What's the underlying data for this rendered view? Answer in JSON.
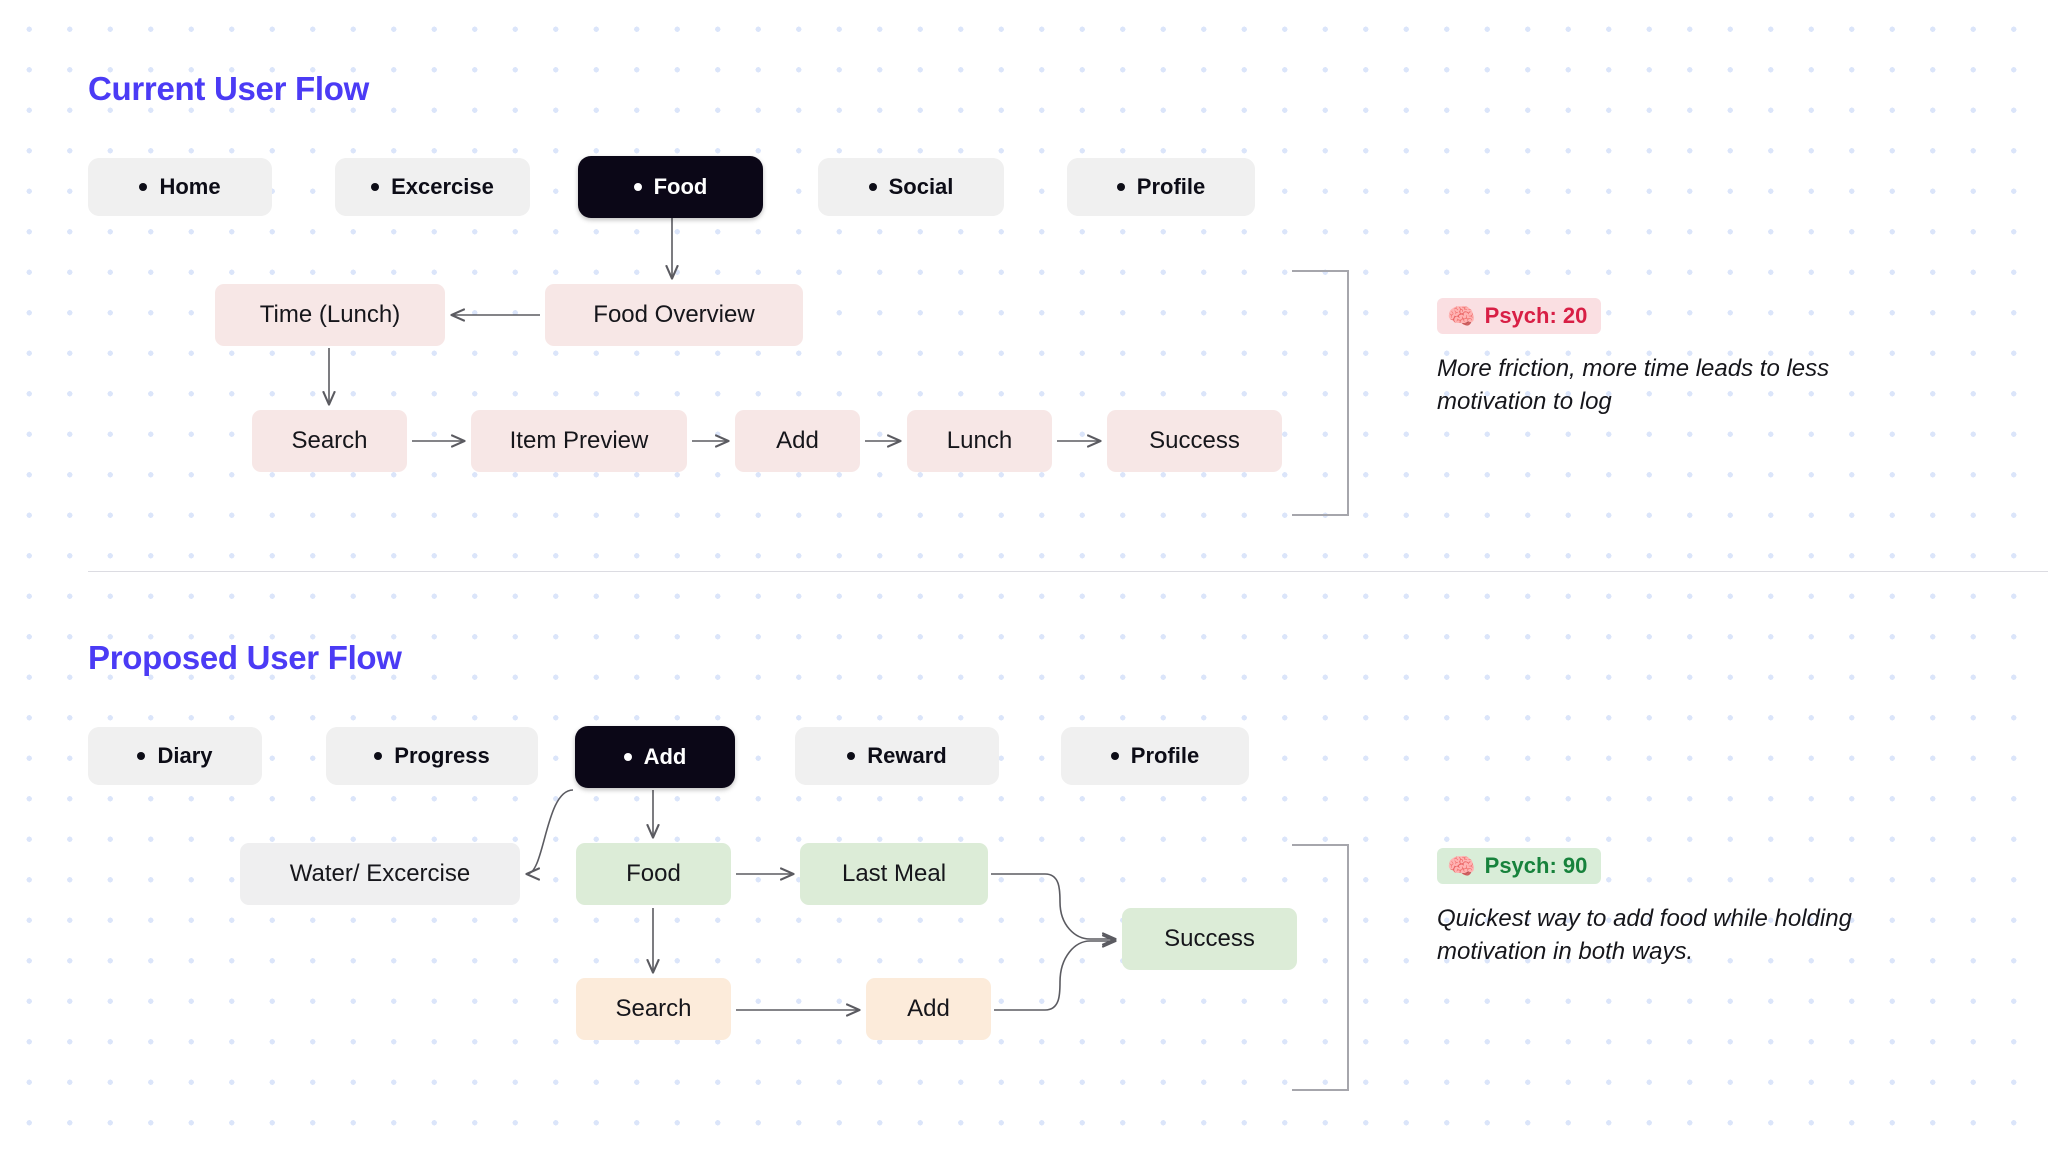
{
  "sections": {
    "current": {
      "title": "Current User Flow",
      "nav": [
        {
          "label": "Home",
          "active": false
        },
        {
          "label": "Excercise",
          "active": false
        },
        {
          "label": "Food",
          "active": true
        },
        {
          "label": "Social",
          "active": false
        },
        {
          "label": "Profile",
          "active": false
        }
      ],
      "nodes": [
        {
          "label": "Time (Lunch)",
          "color": "pink"
        },
        {
          "label": "Food Overview",
          "color": "pink"
        },
        {
          "label": "Search",
          "color": "pink"
        },
        {
          "label": "Item Preview",
          "color": "pink"
        },
        {
          "label": "Add",
          "color": "pink"
        },
        {
          "label": "Lunch",
          "color": "pink"
        },
        {
          "label": "Success",
          "color": "pink"
        }
      ],
      "annotation": {
        "badge_icon": "brain-icon",
        "badge_emoji": "🧠",
        "badge_label": "Psych: 20",
        "badge_color": "#d81f45",
        "badge_bg": "#fadfe2",
        "text": "More friction, more time leads to less motivation to log"
      }
    },
    "proposed": {
      "title": "Proposed User Flow",
      "nav": [
        {
          "label": "Diary",
          "active": false
        },
        {
          "label": "Progress",
          "active": false
        },
        {
          "label": "Add",
          "active": true
        },
        {
          "label": "Reward",
          "active": false
        },
        {
          "label": "Profile",
          "active": false
        }
      ],
      "nodes": [
        {
          "label": "Water/ Excercise",
          "color": "gray"
        },
        {
          "label": "Food",
          "color": "green"
        },
        {
          "label": "Last Meal",
          "color": "green"
        },
        {
          "label": "Success",
          "color": "green"
        },
        {
          "label": "Search",
          "color": "peach"
        },
        {
          "label": "Add",
          "color": "peach"
        }
      ],
      "annotation": {
        "badge_icon": "brain-icon",
        "badge_emoji": "🧠",
        "badge_label": "Psych: 90",
        "badge_color": "#17823c",
        "badge_bg": "#d9edd8",
        "text": "Quickest way to add food while holding motivation in both ways."
      }
    }
  },
  "colors": {
    "accent": "#4b3bf5",
    "node_pink": "#f7e7e6",
    "node_green": "#dcecd7",
    "node_peach": "#fcebda",
    "node_gray": "#efeff0",
    "pill_bg": "#f0f0f0",
    "pill_active_bg": "#0b0717",
    "connector": "#5b5b61",
    "grid_dot": "#dbe5fa"
  }
}
